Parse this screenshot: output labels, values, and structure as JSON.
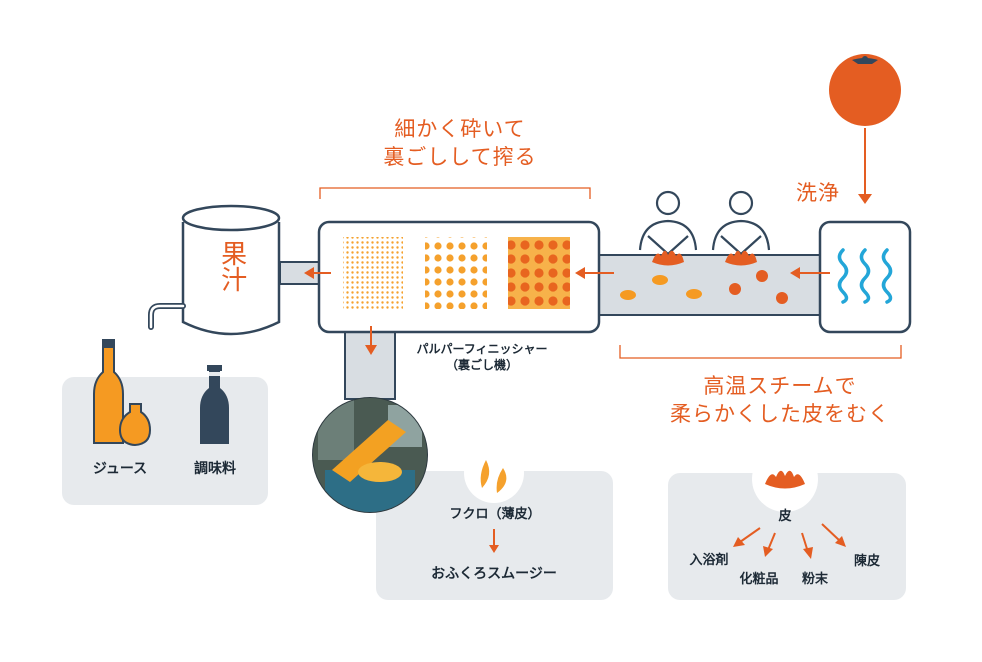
{
  "colors": {
    "orange": "#e45d22",
    "orange_light": "#f5a12d",
    "navy": "#33475b",
    "steam_blue": "#23a6d8",
    "panel_gray": "#e7eaed",
    "pipe_gray": "#d8dde2"
  },
  "labels": {
    "juice": "果汁",
    "crush_line1": "細かく砕いて",
    "crush_line2": "裏ごしして搾る",
    "wash": "洗浄",
    "steam_line1": "高温スチームで",
    "steam_line2": "柔らかくした皮をむく",
    "machine_line1": "パルパーフィニッシャー",
    "machine_line2": "（裏ごし機）"
  },
  "products": {
    "juice_items": [
      "ジュース",
      "調味料"
    ],
    "membrane_title": "フクロ（薄皮）",
    "membrane_product": "おふくろスムージー",
    "peel_title": "皮",
    "peel_items": [
      "入浴剤",
      "化粧品",
      "粉末",
      "陳皮"
    ]
  },
  "icons": [
    "orange-icon",
    "worker-icon",
    "steam-icon",
    "tap-icon",
    "bottle-icon",
    "membrane-icon",
    "peel-icon",
    "photo-icon"
  ]
}
